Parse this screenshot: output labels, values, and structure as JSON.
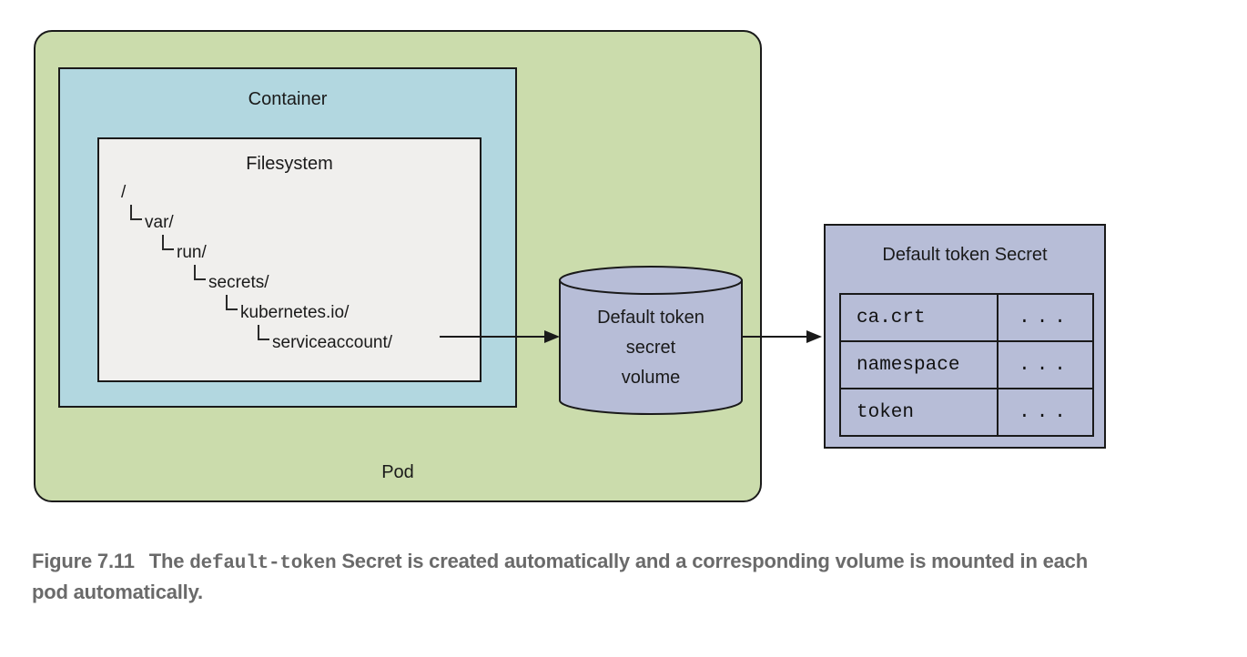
{
  "diagram": {
    "pod_label": "Pod",
    "container_label": "Container",
    "filesystem_label": "Filesystem",
    "tree": [
      {
        "text": "/"
      },
      {
        "text": "var/"
      },
      {
        "text": "run/"
      },
      {
        "text": "secrets/"
      },
      {
        "text": "kubernetes.io/"
      },
      {
        "text": "serviceaccount/"
      }
    ],
    "volume": {
      "lines": [
        "Default token",
        "secret",
        "volume"
      ]
    },
    "secret": {
      "title": "Default token Secret",
      "rows": [
        {
          "key": "ca.crt",
          "value": "..."
        },
        {
          "key": "namespace",
          "value": "..."
        },
        {
          "key": "token",
          "value": "..."
        }
      ]
    },
    "colors": {
      "pod_green": "#cbdcac",
      "container_blue": "#b2d7e0",
      "filesystem_gray": "#f0efed",
      "lavender": "#b7bdd7",
      "border": "#1a1a1a",
      "caption_gray": "#6a6a6a"
    }
  },
  "caption": {
    "figure_label": "Figure 7.11",
    "text_before_code": "The ",
    "code": "default-token",
    "text_after_code": " Secret is created automatically and a corresponding volume is mounted in each pod automatically."
  }
}
